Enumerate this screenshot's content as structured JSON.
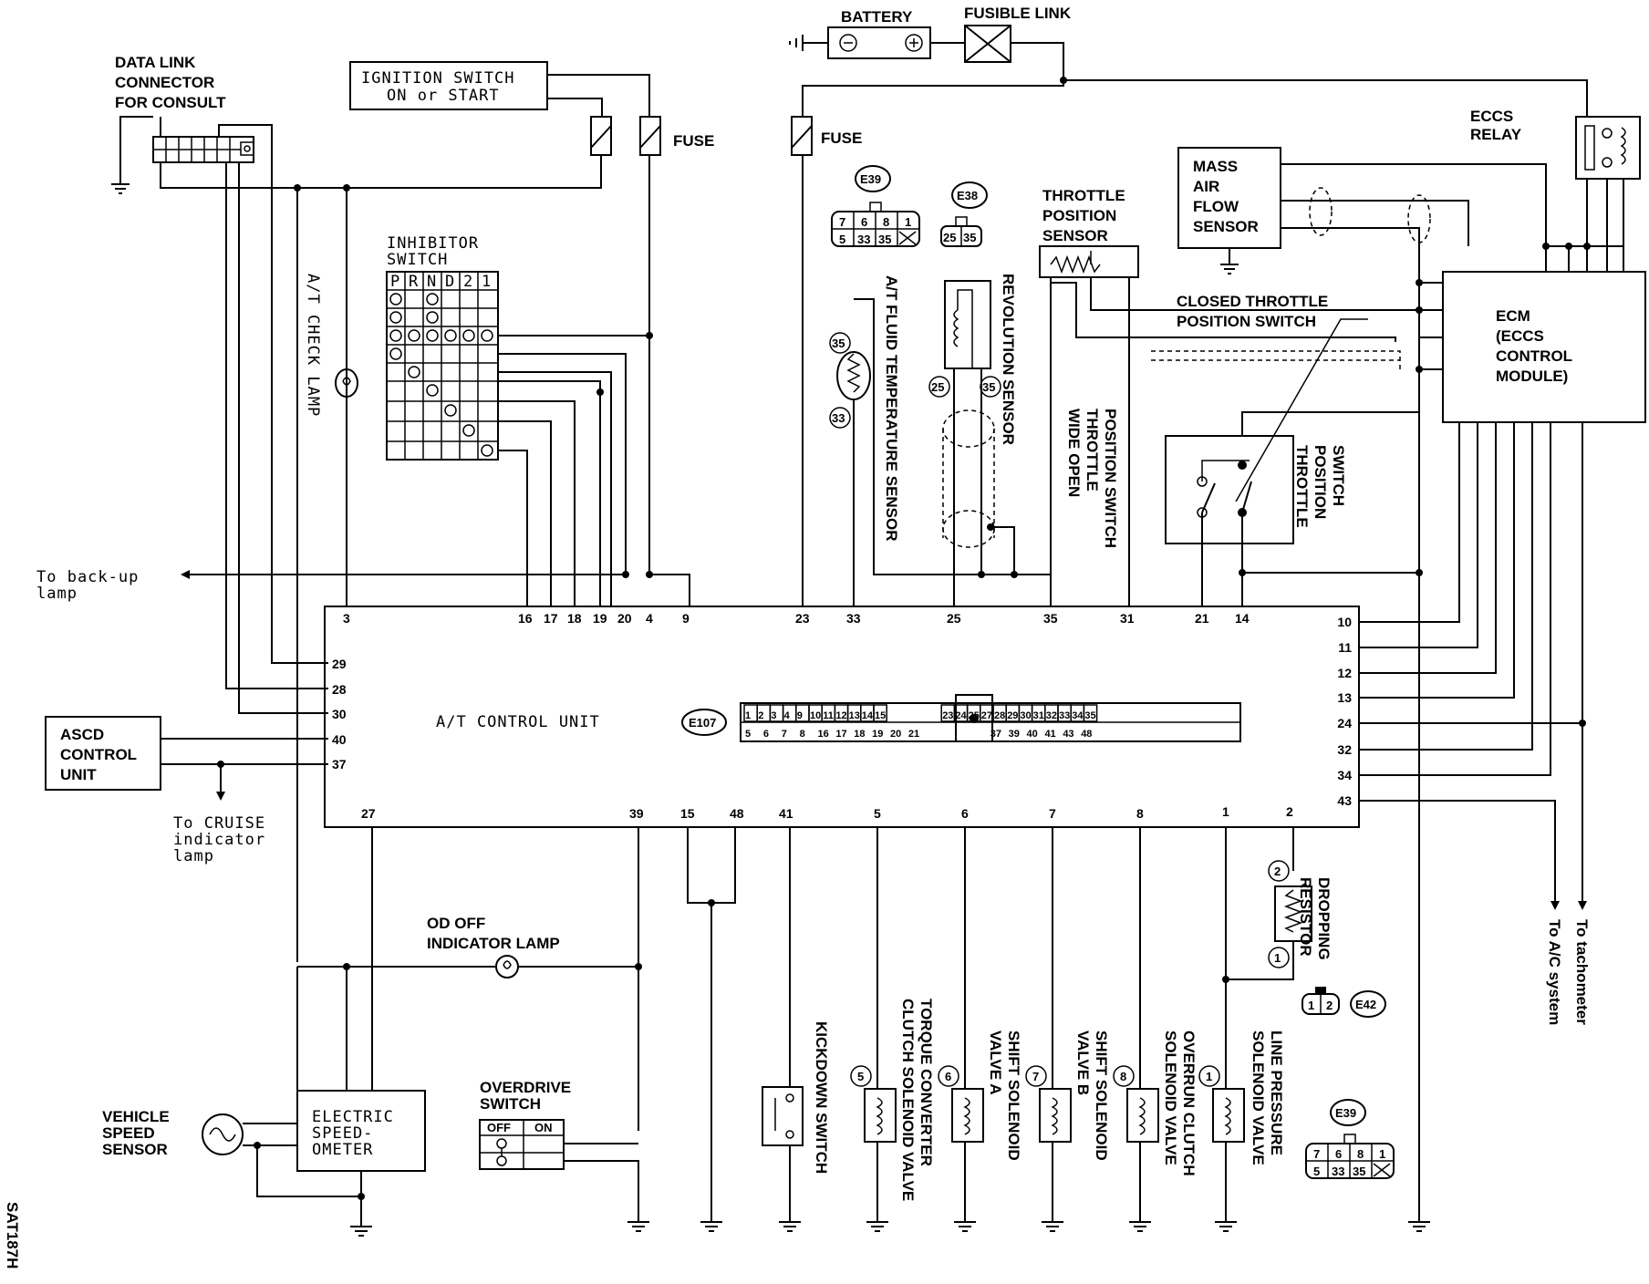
{
  "labels": {
    "battery": "BATTERY",
    "fusible_link": "FUSIBLE LINK",
    "data_link_1": "DATA LINK",
    "data_link_2": "CONNECTOR",
    "data_link_3": "FOR CONSULT",
    "ign_1": "IGNITION SWITCH",
    "ign_2": "ON or START",
    "fuse_a": "FUSE",
    "fuse_b": "FUSE",
    "eccs_relay_1": "ECCS",
    "eccs_relay_2": "RELAY",
    "maf_1": "MASS",
    "maf_2": "AIR",
    "maf_3": "FLOW",
    "maf_4": "SENSOR",
    "tps_1": "THROTTLE",
    "tps_2": "POSITION",
    "tps_3": "SENSOR",
    "ecm_1": "ECM",
    "ecm_2": "(ECCS",
    "ecm_3": "CONTROL",
    "ecm_4": "MODULE)",
    "ctps_1": "CLOSED THROTTLE",
    "ctps_2": "POSITION SWITCH",
    "inhib_1": "INHIBITOR",
    "inhib_2": "SWITCH",
    "at_check": "A/T CHECK LAMP",
    "fluid_temp": "A/T FLUID TEMPERATURE SENSOR",
    "rev_sensor": "REVOLUTION SENSOR",
    "wot_1": "WIDE OPEN",
    "wot_2": "THROTTLE",
    "wot_3": "POSITION SWITCH",
    "tps_sw_1": "THROTTLE",
    "tps_sw_2": "POSITION",
    "tps_sw_3": "SWITCH",
    "backup_1": "To back-up",
    "backup_2": "lamp",
    "tcu": "A/T CONTROL UNIT",
    "ascd_1": "ASCD",
    "ascd_2": "CONTROL",
    "ascd_3": "UNIT",
    "cruise_1": "To CRUISE",
    "cruise_2": "indicator",
    "cruise_3": "lamp",
    "od_off_1": "OD OFF",
    "od_off_2": "INDICATOR LAMP",
    "vss_1": "VEHICLE",
    "vss_2": "SPEED",
    "vss_3": "SENSOR",
    "speedo_1": "ELECTRIC",
    "speedo_2": "SPEED-",
    "speedo_3": "OMETER",
    "od_sw_1": "OVERDRIVE",
    "od_sw_2": "SWITCH",
    "od_sw_off": "OFF",
    "od_sw_on": "ON",
    "kickdown": "KICKDOWN SWITCH",
    "tcc_1": "TORQUE CONVERTER",
    "tcc_2": "CLUTCH SOLENOID VALVE",
    "ssa_1": "SHIFT SOLENOID",
    "ssa_2": "VALVE A",
    "ssb_1": "SHIFT SOLENOID",
    "ssb_2": "VALVE B",
    "occ_1": "OVERRUN CLUTCH",
    "occ_2": "SOLENOID VALVE",
    "lp_1": "LINE PRESSURE",
    "lp_2": "SOLENOID VALVE",
    "drop_1": "DROPPING",
    "drop_2": "RESISTOR",
    "ac_sys": "To A/C system",
    "tach": "To tachometer",
    "code": "SAT187H"
  },
  "connectors": {
    "e39": "E39",
    "e38": "E38",
    "e107": "E107",
    "e42": "E42",
    "e39b": "E39",
    "e39_top": [
      "7",
      "6",
      "8",
      "1"
    ],
    "e39_bot": [
      "5",
      "33",
      "35"
    ],
    "e38_pins": [
      "25",
      "35"
    ],
    "e42_pins": [
      "1",
      "2"
    ],
    "e107_top": [
      "1",
      "2",
      "3",
      "4",
      "9",
      "10",
      "11",
      "12",
      "13",
      "14",
      "15",
      "23",
      "24",
      "25",
      "27",
      "28",
      "29",
      "30",
      "31",
      "32",
      "33",
      "34",
      "35"
    ],
    "e107_bot": [
      "5",
      "6",
      "7",
      "8",
      "16",
      "17",
      "18",
      "19",
      "20",
      "21",
      "37",
      "39",
      "40",
      "41",
      "43",
      "48"
    ]
  },
  "inhibitor_positions": [
    "P",
    "R",
    "N",
    "D",
    "2",
    "1"
  ],
  "tcu_top_pins": [
    "3",
    "16",
    "17",
    "18",
    "19",
    "20",
    "4",
    "9",
    "23",
    "33",
    "25",
    "35",
    "31",
    "21",
    "14"
  ],
  "tcu_left_pins": [
    "29",
    "28",
    "30",
    "40",
    "37"
  ],
  "tcu_bottom_pins": [
    "27",
    "39",
    "15",
    "48",
    "41",
    "5",
    "6",
    "7",
    "8",
    "1",
    "2"
  ],
  "tcu_right_pins": [
    "10",
    "11",
    "12",
    "13",
    "24",
    "32",
    "34",
    "43"
  ],
  "component_pins": {
    "fluid_35": "35",
    "fluid_33": "33",
    "rev_25": "25",
    "rev_35": "35",
    "drop_2": "2",
    "drop_1": "1",
    "tcc": "5",
    "ssa": "6",
    "ssb": "7",
    "occ": "8",
    "lp": "1"
  }
}
